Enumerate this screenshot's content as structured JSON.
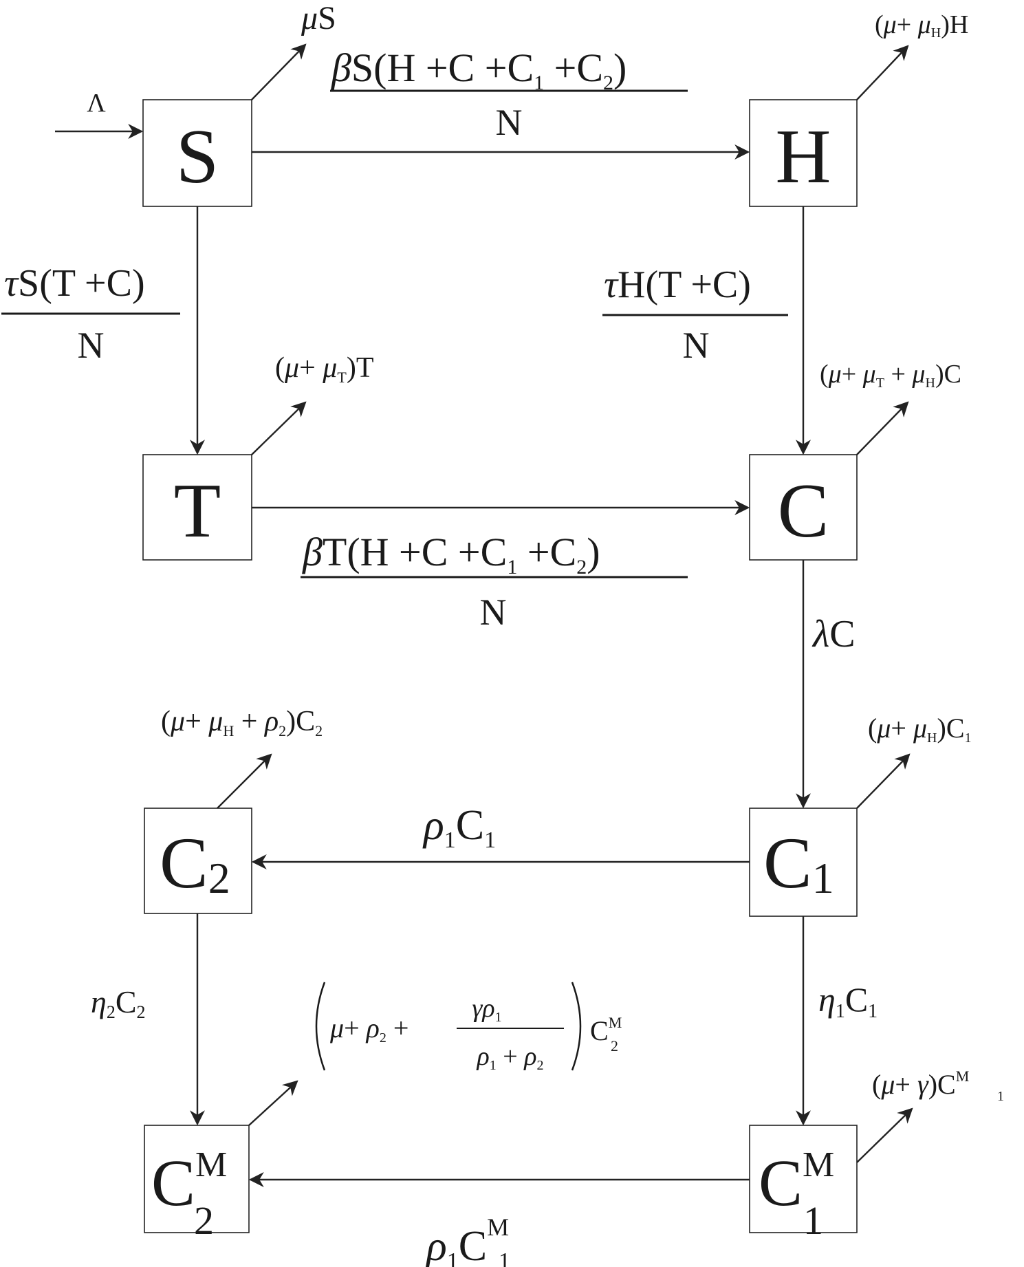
{
  "nodes": {
    "S": {
      "letter": "S",
      "sub": "",
      "sup": ""
    },
    "H": {
      "letter": "H",
      "sub": "",
      "sup": ""
    },
    "T": {
      "letter": "T",
      "sub": "",
      "sup": ""
    },
    "C": {
      "letter": "C",
      "sub": "",
      "sup": ""
    },
    "C2": {
      "letter": "C",
      "sub": "2",
      "sup": ""
    },
    "C1": {
      "letter": "C",
      "sub": "1",
      "sup": ""
    },
    "C2M": {
      "letter": "C",
      "sub": "2",
      "sup": "M"
    },
    "C1M": {
      "letter": "C",
      "sub": "1",
      "sup": "M"
    }
  },
  "edges": {
    "recruitment": {
      "symbol": "Λ"
    },
    "s_to_h": {
      "greek": "β",
      "numerator": "S(H +C +C",
      "sub1": "1",
      "mid": " +C",
      "sub2": "2",
      "close": ")",
      "denominator": "N"
    },
    "t_to_c": {
      "greek": "β",
      "numerator": "T(H +C +C",
      "sub1": "1",
      "mid": " +C",
      "sub2": "2",
      "close": ")",
      "denominator": "N"
    },
    "s_to_t": {
      "greek": "τ",
      "numerator": "S(T +C)",
      "denominator": "N"
    },
    "h_to_c": {
      "greek": "τ",
      "numerator": "H(T +C)",
      "denominator": "N"
    },
    "c_to_c1": {
      "greek": "λ",
      "text": "C"
    },
    "c1_to_c2": {
      "greek": "ρ",
      "gsub": "1",
      "text": "C",
      "sub": "1"
    },
    "c1m_to_c2m": {
      "greek": "ρ",
      "gsub": "1",
      "text": "C",
      "sub": "1",
      "sup": "M"
    },
    "c2_to_c2m": {
      "greek": "η",
      "gsub": "2",
      "text": "C",
      "sub": "2"
    },
    "c1_to_c1m": {
      "greek": "η",
      "gsub": "1",
      "text": "C",
      "sub": "1"
    }
  },
  "deaths": {
    "S": {
      "greek": "μ",
      "text": "S"
    },
    "H": {
      "open": "(",
      "mu": "μ",
      "plus": "+ ",
      "mu2": "μ",
      "sub": "H",
      "close": ")H"
    },
    "T": {
      "open": "(",
      "mu": "μ",
      "plus": "+ ",
      "mu2": "μ",
      "sub": "T",
      "close": ")T"
    },
    "C": {
      "open": "(",
      "mu": "μ",
      "plus1": "+ ",
      "mu2": "μ",
      "sub2": "T",
      "plus2": " + ",
      "mu3": "μ",
      "sub3": "H",
      "close": ")C"
    },
    "C1": {
      "open": "(",
      "mu": "μ",
      "plus": "+ ",
      "mu2": "μ",
      "sub": "H",
      "close": ")C",
      "tail_sub": "1"
    },
    "C2": {
      "open": "(",
      "mu": "μ",
      "plus1": "+ ",
      "mu2": "μ",
      "sub2": "H",
      "plus2": " + ",
      "rho": "ρ",
      "rsub": "2",
      "close": ")C",
      "tail_sub": "2"
    },
    "C1M": {
      "open": "(",
      "mu": "μ",
      "plus": "+ ",
      "gamma": "γ",
      "close": ")C",
      "tail_sub": "1",
      "tail_sup": "M"
    },
    "C2M": {
      "mu": "μ",
      "plus1": "+ ",
      "rho": "ρ",
      "rsub": "2",
      "plus2": " + ",
      "num_gamma": "γ",
      "num_rho": "ρ",
      "num_sub": "1",
      "den_rho1": "ρ",
      "den_sub1": "1",
      "den_plus": " + ",
      "den_rho2": "ρ",
      "den_sub2": "2",
      "tail": "C",
      "tail_sub": "2",
      "tail_sup": "M"
    }
  }
}
